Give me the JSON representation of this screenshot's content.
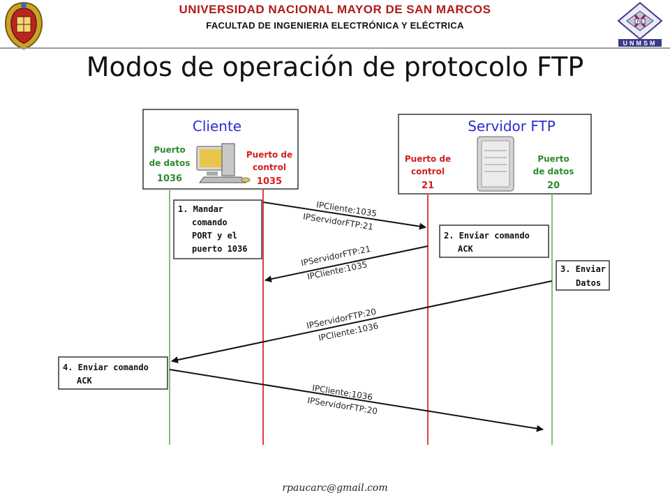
{
  "header": {
    "university": "UNIVERSIDAD NACIONAL MAYOR DE SAN MARCOS",
    "faculty": "FACULTAD DE INGENIERIA ELECTRÓNICA Y ELÉCTRICA"
  },
  "title": "Modos de operación de protocolo FTP",
  "diagram": {
    "client": {
      "label": "Cliente",
      "data_port": [
        "Puerto",
        "de datos",
        "1036"
      ],
      "control_port": [
        "Puerto de",
        "control",
        "1035"
      ]
    },
    "server": {
      "label": "Servidor FTP",
      "control_port": [
        "Puerto de",
        "control",
        "21"
      ],
      "data_port": [
        "Puerto",
        "de datos",
        "20"
      ]
    },
    "steps": [
      {
        "lines": [
          "1. Mandar",
          "comando",
          "PORT y el",
          "puerto 1036"
        ]
      },
      {
        "lines": [
          "2. Enviar comando",
          "ACK"
        ]
      },
      {
        "lines": [
          "3. Enviar",
          "Datos"
        ]
      },
      {
        "lines": [
          "4. Enviar comando",
          "ACK"
        ]
      }
    ],
    "messages": [
      {
        "top": "IPCliente:1035",
        "bottom": "IPServidorFTP:21"
      },
      {
        "top": "IPServidorFTP:21",
        "bottom": "IPCliente:1035"
      },
      {
        "top": "IPServidorFTP:20",
        "bottom": "IPCliente:1036"
      },
      {
        "top": "IPCliente:1036",
        "bottom": "IPServidorFTP:20"
      }
    ],
    "logo_right_text": "UNMSM",
    "logo_right_badge": "FIE"
  },
  "colors": {
    "header_red": "#b01a1a",
    "client_title": "#2b2bd0",
    "data_port_green": "#2e8b2e",
    "control_port_red": "#d21e1e",
    "green_line": "#7ec27e",
    "red_line": "#e04040"
  },
  "footer": {
    "email": "rpaucarc@gmail.com"
  }
}
